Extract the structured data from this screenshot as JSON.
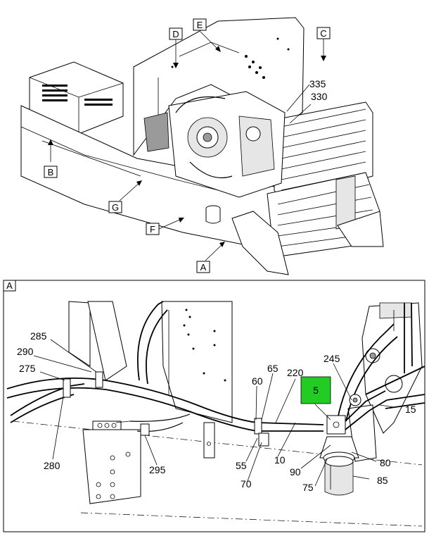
{
  "overview": {
    "view_labels": [
      "A",
      "B",
      "C",
      "D",
      "E",
      "F",
      "G"
    ],
    "callouts": [
      "335",
      "330"
    ]
  },
  "detail": {
    "view_label": "A",
    "callouts": [
      "285",
      "290",
      "275",
      "280",
      "295",
      "65",
      "60",
      "55",
      "70",
      "220",
      "10",
      "245",
      "15",
      "90",
      "75",
      "80",
      "85"
    ],
    "highlighted_callout": "5",
    "highlight_color": "#22cc22"
  }
}
